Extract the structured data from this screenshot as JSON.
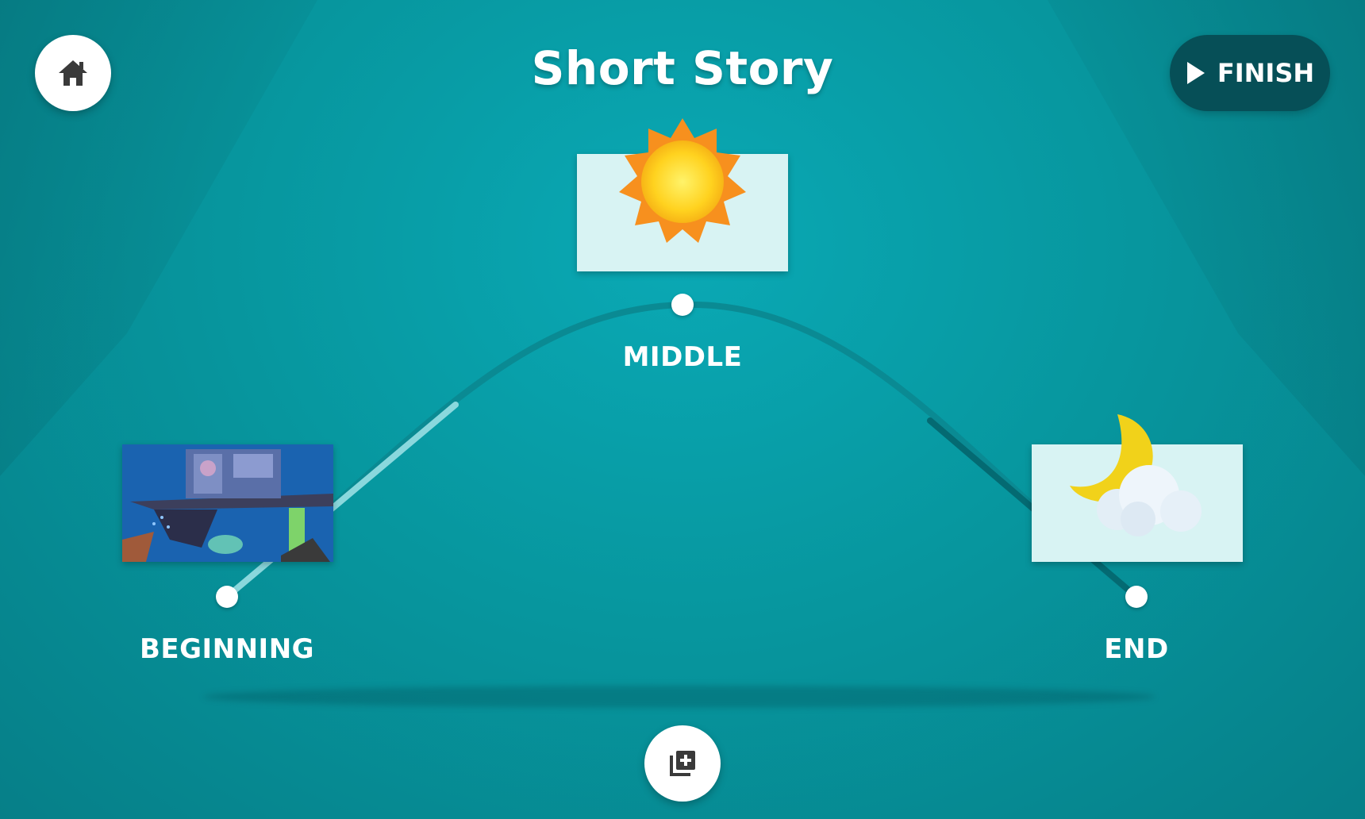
{
  "title": "Short Story",
  "finish_label": "FINISH",
  "stages": {
    "beginning": "BEGINNING",
    "middle": "MIDDLE",
    "end": "END"
  },
  "icons": {
    "home": "home-icon",
    "play": "play-icon",
    "add_page": "add-page-icon",
    "sun": "sun-icon",
    "moon_cloud": "moon-cloud-icon"
  },
  "colors": {
    "background": "#07979f",
    "finish_button": "#064f57",
    "card": "#d8f3f3",
    "arc_dark": "#046a72",
    "arc_light": "#8ad8dd"
  }
}
